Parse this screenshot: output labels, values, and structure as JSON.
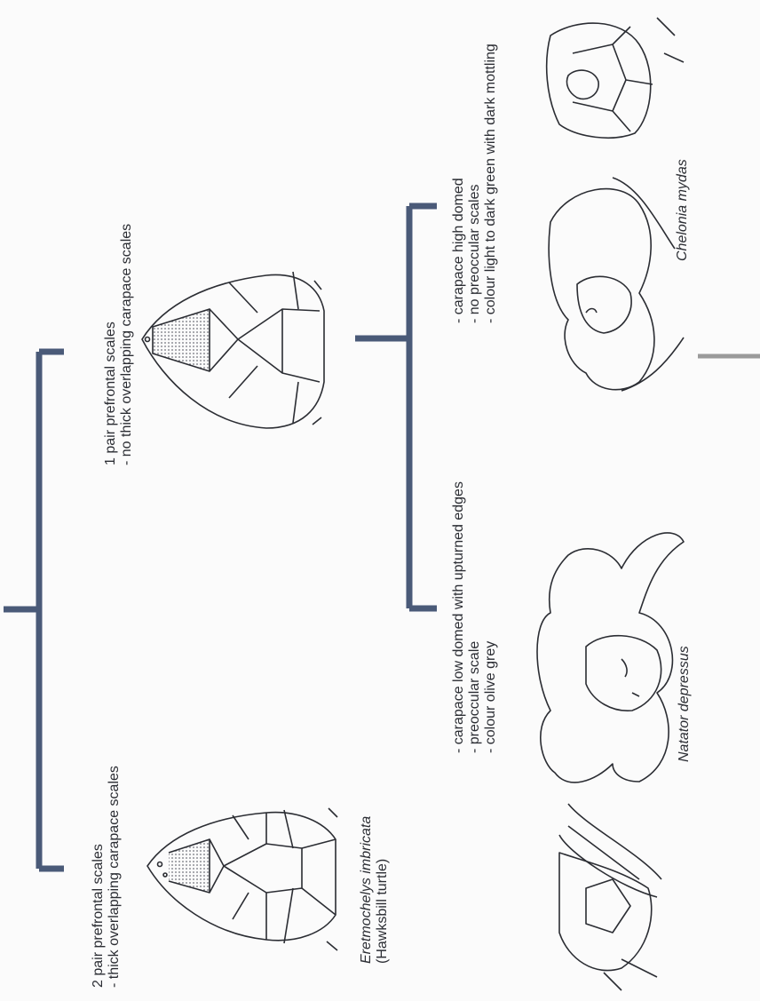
{
  "key": {
    "branch_left": {
      "lines": [
        "2 pair prefrontal scales",
        "- thick overlapping carapace scales"
      ],
      "species": "Eretmochelys imbricata",
      "common_name": "(Hawksbill turtle)"
    },
    "branch_right": {
      "lines": [
        "1 pair prefrontal scales",
        "- no thick overlapping carapace scales"
      ]
    },
    "sub_branch_left": {
      "lines": [
        "- carapace low domed with upturned edges",
        "- preoccular scale",
        "- colour olive grey"
      ],
      "species": "Natator depressus"
    },
    "sub_branch_right": {
      "lines": [
        "- carapace high domed",
        "- no preoccular scales",
        "- colour light to dark green with dark mottling"
      ],
      "species": "Chelonia mydas"
    }
  },
  "colors": {
    "bracket": "#4a5a78",
    "ink": "#2b2d33",
    "stipple": "#6d6f78"
  }
}
